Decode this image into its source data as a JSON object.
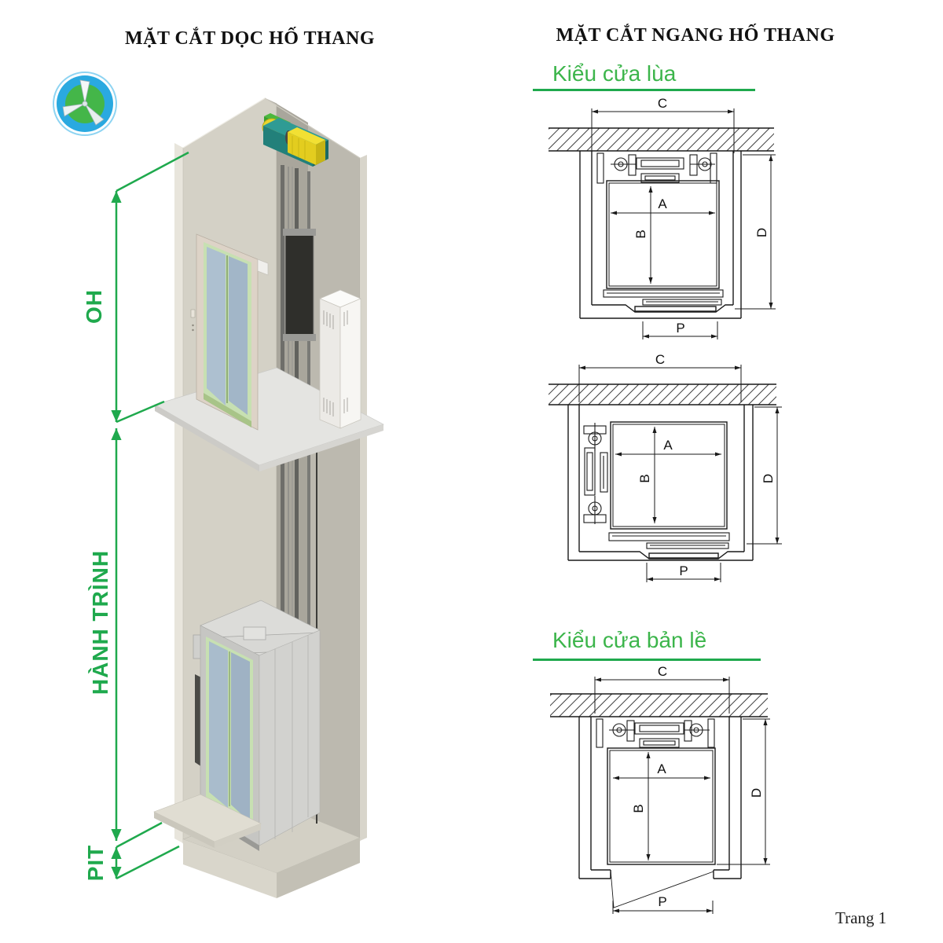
{
  "page": {
    "footer": "Trang 1"
  },
  "left_section": {
    "title": "MẶT CẮT DỌC HỐ THANG",
    "dim_labels": {
      "overhead": "OH",
      "travel": "HÀNH TRÌNH",
      "pit": "PIT"
    }
  },
  "right_section": {
    "title": "MẶT CẮT NGANG HỐ THANG",
    "door_type_sliding": "Kiểu cửa lùa",
    "door_type_hinged": "Kiểu cửa bản lề",
    "dim_labels": {
      "a": "A",
      "b": "B",
      "c": "C",
      "d": "D",
      "p": "P"
    }
  },
  "colors": {
    "dimension_green": "#1fa94d",
    "subtitle_green": "#3cb54b",
    "drawing_line": "#1a1a1a",
    "machine_teal": "#2f9b94",
    "motor_yellow": "#f2e033",
    "door_green": "#c7e0b2"
  }
}
